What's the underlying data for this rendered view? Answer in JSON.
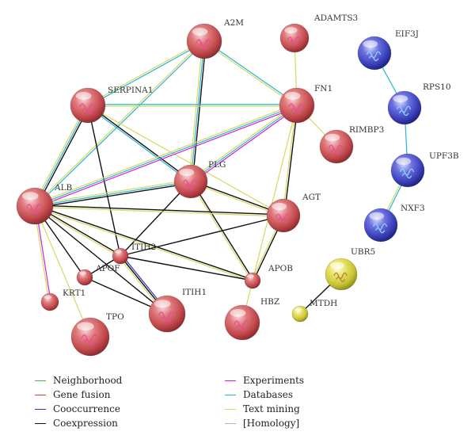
{
  "colors": {
    "red_node": "#c94a4f",
    "blue_node": "#3a3fb8",
    "yellow_node": "#cfcc3a"
  },
  "nodes": [
    {
      "id": "A2M",
      "label": "A2M",
      "color": "red",
      "icon": "protein-structure-icon"
    },
    {
      "id": "ADAMTS3",
      "label": "ADAMTS3",
      "color": "red",
      "icon": "protein-structure-icon"
    },
    {
      "id": "SERPINA1",
      "label": "SERPINA1",
      "color": "red",
      "icon": "protein-structure-icon"
    },
    {
      "id": "FN1",
      "label": "FN1",
      "color": "red",
      "icon": "protein-structure-icon"
    },
    {
      "id": "RIMBP3",
      "label": "RIMBP3",
      "color": "red",
      "icon": "protein-structure-icon"
    },
    {
      "id": "PLG",
      "label": "PLG",
      "color": "red",
      "icon": "protein-structure-icon"
    },
    {
      "id": "ALB",
      "label": "ALB",
      "color": "red",
      "icon": "protein-structure-icon"
    },
    {
      "id": "AGT",
      "label": "AGT",
      "color": "red",
      "icon": "protein-structure-icon"
    },
    {
      "id": "ITIH2",
      "label": "ITIH2",
      "color": "red",
      "icon": ""
    },
    {
      "id": "APOF",
      "label": "APOF",
      "color": "red",
      "icon": ""
    },
    {
      "id": "APOB",
      "label": "APOB",
      "color": "red",
      "icon": ""
    },
    {
      "id": "KRT1",
      "label": "KRT1",
      "color": "red",
      "icon": ""
    },
    {
      "id": "TPO",
      "label": "TPO",
      "color": "red",
      "icon": "protein-structure-icon"
    },
    {
      "id": "ITIH1",
      "label": "ITIH1",
      "color": "red",
      "icon": "protein-structure-icon"
    },
    {
      "id": "HBZ",
      "label": "HBZ",
      "color": "red",
      "icon": "protein-structure-icon"
    },
    {
      "id": "EIF3J",
      "label": "EIF3J",
      "color": "blue",
      "icon": "protein-structure-icon"
    },
    {
      "id": "RPS10",
      "label": "RPS10",
      "color": "blue",
      "icon": "protein-structure-icon"
    },
    {
      "id": "UPF3B",
      "label": "UPF3B",
      "color": "blue",
      "icon": "protein-structure-icon"
    },
    {
      "id": "NXF3",
      "label": "NXF3",
      "color": "blue",
      "icon": "protein-structure-icon"
    },
    {
      "id": "UBR5",
      "label": "UBR5",
      "color": "yellow",
      "icon": "protein-structure-icon"
    },
    {
      "id": "MTDH",
      "label": "MTDH",
      "color": "yellow",
      "icon": ""
    }
  ],
  "legend": [
    {
      "label": "Neighborhood",
      "color": "#4caf50"
    },
    {
      "label": "Gene fusion",
      "color": "#e53935"
    },
    {
      "label": "Cooccurrence",
      "color": "#2f2fcf"
    },
    {
      "label": "Coexpression",
      "color": "#111111"
    },
    {
      "label": "Experiments",
      "color": "#d81bd8"
    },
    {
      "label": "Databases",
      "color": "#26b5d6"
    },
    {
      "label": "Text mining",
      "color": "#d8d860"
    },
    {
      "label": "[Homology]",
      "color": "#b0b0d8"
    }
  ],
  "edges": [
    {
      "from": "A2M",
      "to": "SERPINA1",
      "types": [
        "Databases",
        "Text mining"
      ]
    },
    {
      "from": "A2M",
      "to": "FN1",
      "types": [
        "Databases",
        "Text mining"
      ]
    },
    {
      "from": "A2M",
      "to": "PLG",
      "types": [
        "Coexpression",
        "Databases",
        "Text mining"
      ]
    },
    {
      "from": "A2M",
      "to": "ALB",
      "types": [
        "Databases",
        "Text mining"
      ]
    },
    {
      "from": "ADAMTS3",
      "to": "FN1",
      "types": [
        "Text mining"
      ]
    },
    {
      "from": "SERPINA1",
      "to": "FN1",
      "types": [
        "Databases",
        "Text mining"
      ]
    },
    {
      "from": "SERPINA1",
      "to": "PLG",
      "types": [
        "Coexpression",
        "Databases"
      ]
    },
    {
      "from": "SERPINA1",
      "to": "ALB",
      "types": [
        "Coexpression",
        "Databases",
        "Text mining"
      ]
    },
    {
      "from": "SERPINA1",
      "to": "ITIH2",
      "types": [
        "Coexpression"
      ]
    },
    {
      "from": "SERPINA1",
      "to": "AGT",
      "types": [
        "Text mining"
      ]
    },
    {
      "from": "FN1",
      "to": "PLG",
      "types": [
        "Experiments",
        "Databases",
        "Text mining"
      ]
    },
    {
      "from": "FN1",
      "to": "ALB",
      "types": [
        "Experiments",
        "Databases",
        "Text mining"
      ]
    },
    {
      "from": "FN1",
      "to": "RIMBP3",
      "types": [
        "Text mining"
      ]
    },
    {
      "from": "FN1",
      "to": "AGT",
      "types": [
        "Coexpression",
        "Text mining"
      ]
    },
    {
      "from": "FN1",
      "to": "APOB",
      "types": [
        "Text mining"
      ]
    },
    {
      "from": "PLG",
      "to": "ALB",
      "types": [
        "Coexpression",
        "Databases",
        "Text mining"
      ]
    },
    {
      "from": "PLG",
      "to": "AGT",
      "types": [
        "Coexpression",
        "Text mining"
      ]
    },
    {
      "from": "PLG",
      "to": "APOB",
      "types": [
        "Coexpression",
        "Text mining"
      ]
    },
    {
      "from": "PLG",
      "to": "ITIH2",
      "types": [
        "Coexpression"
      ]
    },
    {
      "from": "ALB",
      "to": "AGT",
      "types": [
        "Coexpression",
        "Text mining"
      ]
    },
    {
      "from": "ALB",
      "to": "APOB",
      "types": [
        "Coexpression",
        "Text mining"
      ]
    },
    {
      "from": "ALB",
      "to": "ITIH2",
      "types": [
        "Coexpression",
        "Text mining"
      ]
    },
    {
      "from": "ALB",
      "to": "APOF",
      "types": [
        "Coexpression"
      ]
    },
    {
      "from": "ALB",
      "to": "KRT1",
      "types": [
        "Experiments",
        "Text mining"
      ]
    },
    {
      "from": "ALB",
      "to": "TPO",
      "types": [
        "Text mining"
      ]
    },
    {
      "from": "ALB",
      "to": "ITIH1",
      "types": [
        "Coexpression"
      ]
    },
    {
      "from": "AGT",
      "to": "ITIH2",
      "types": [
        "Coexpression"
      ]
    },
    {
      "from": "AGT",
      "to": "APOB",
      "types": [
        "Coexpression",
        "Text mining"
      ]
    },
    {
      "from": "ITIH2",
      "to": "ITIH1",
      "types": [
        "Cooccurrence",
        "Coexpression",
        "Text mining"
      ]
    },
    {
      "from": "ITIH2",
      "to": "APOB",
      "types": [
        "Coexpression"
      ]
    },
    {
      "from": "ITIH2",
      "to": "APOF",
      "types": [
        "Coexpression"
      ]
    },
    {
      "from": "APOB",
      "to": "HBZ",
      "types": [
        "Text mining"
      ]
    },
    {
      "from": "APOF",
      "to": "ITIH1",
      "types": [
        "Coexpression"
      ]
    },
    {
      "from": "EIF3J",
      "to": "RPS10",
      "types": [
        "Databases"
      ]
    },
    {
      "from": "RPS10",
      "to": "UPF3B",
      "types": [
        "Databases"
      ]
    },
    {
      "from": "UPF3B",
      "to": "NXF3",
      "types": [
        "Databases",
        "Text mining"
      ]
    },
    {
      "from": "UBR5",
      "to": "MTDH",
      "types": [
        "Coexpression"
      ]
    }
  ]
}
